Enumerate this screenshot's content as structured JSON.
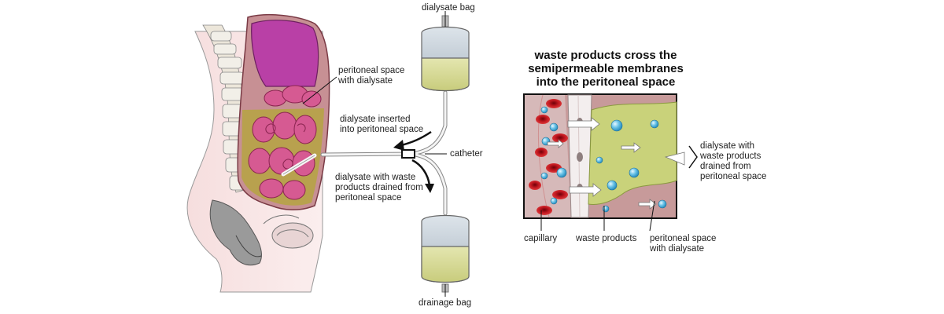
{
  "labels": {
    "dialysate_bag": "dialysate bag",
    "peritoneal_space_line1": "peritoneal space",
    "peritoneal_space_line2": "with dialysate",
    "inserted_line1": "dialysate inserted",
    "inserted_line2": "into peritoneal space",
    "catheter": "catheter",
    "drained_line1": "dialysate with waste",
    "drained_line2": "products drained from",
    "drained_line3": "peritoneal space",
    "drainage_bag": "drainage bag"
  },
  "inset": {
    "title_line1": "waste products cross the",
    "title_line2": "semipermeable membranes",
    "title_line3": "into the peritoneal space",
    "capillary": "capillary",
    "waste_products": "waste products",
    "peritoneal_line1": "peritoneal space",
    "peritoneal_line2": "with dialysate",
    "drained_line1": "dialysate with",
    "drained_line2": "waste products",
    "drained_line3": "drained from",
    "drained_line4": "peritoneal space"
  },
  "colors": {
    "dialysate": "#d8dc96",
    "bag_top": "#b9c4cf",
    "intestine": "#d45a8e",
    "capillary_red": "#b3141e",
    "blue_particle": "#5ab8e0"
  }
}
